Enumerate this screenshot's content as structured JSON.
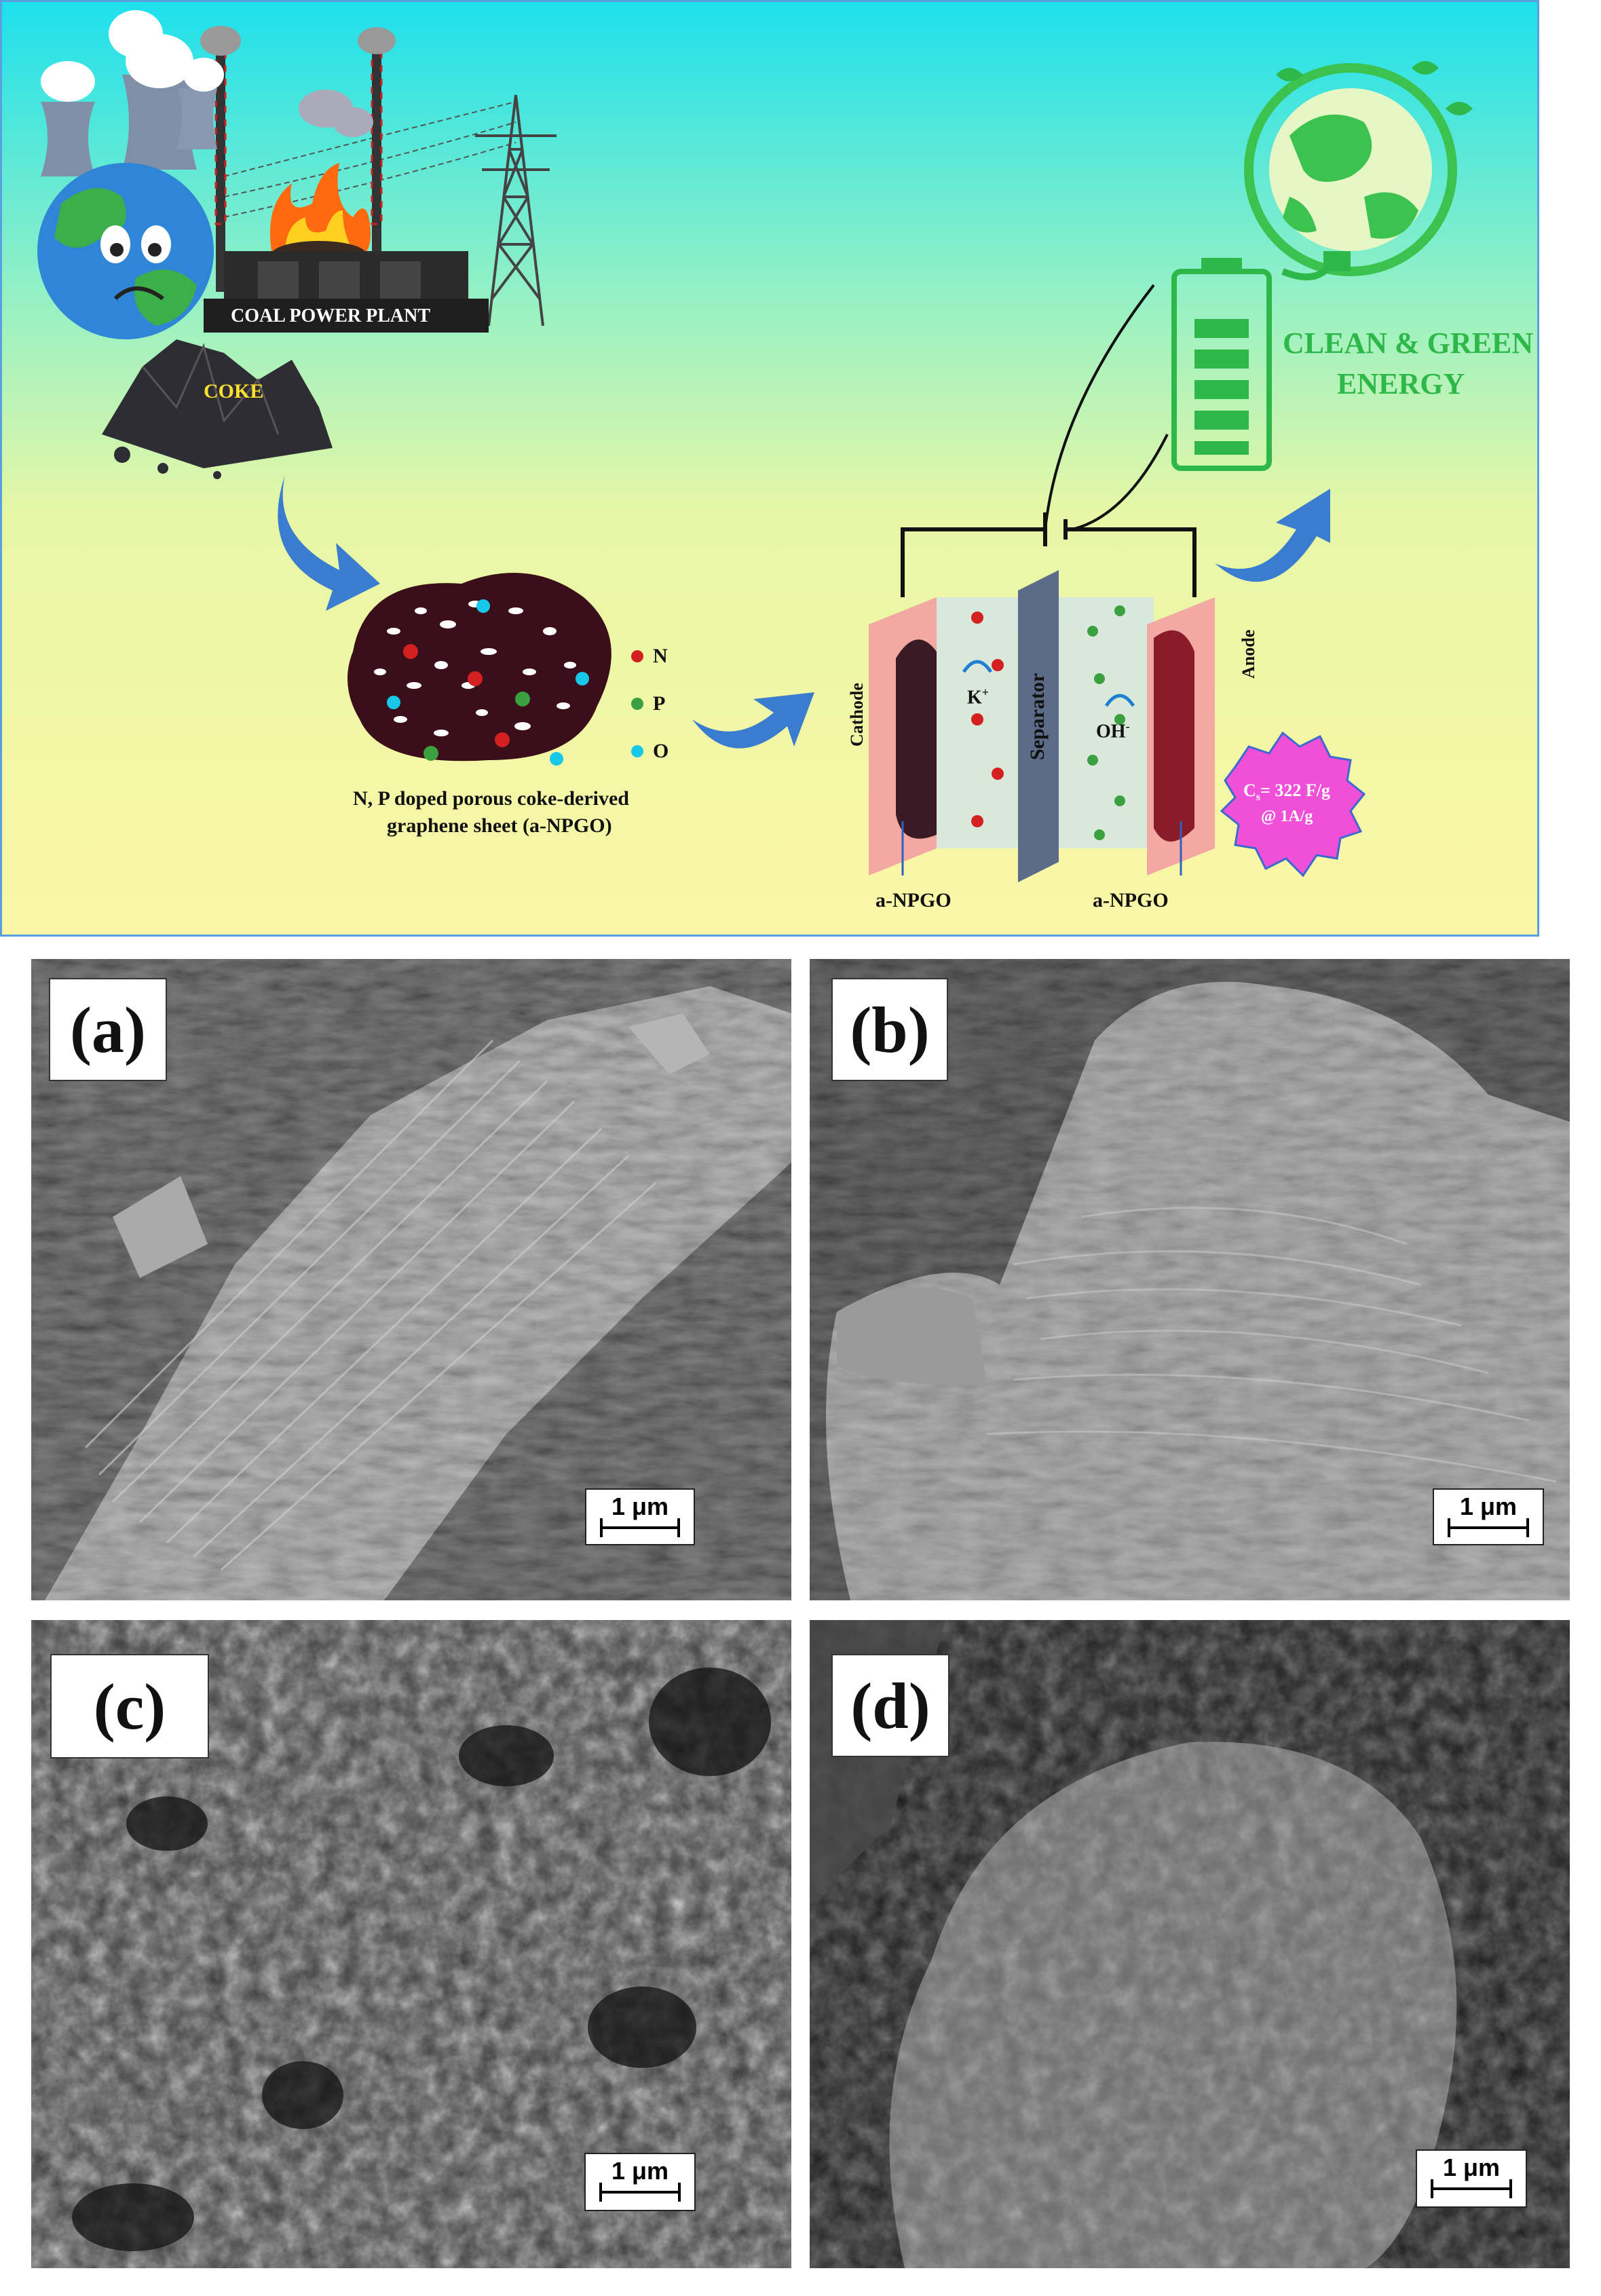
{
  "abstract": {
    "coal_plant_label": "COAL POWER PLANT",
    "coke_label": "COKE",
    "legend": [
      {
        "symbol": "N",
        "color": "#d42020"
      },
      {
        "symbol": "P",
        "color": "#3aa040"
      },
      {
        "symbol": "O",
        "color": "#18c8e8"
      }
    ],
    "graphene_caption_line1": "N, P doped porous coke-derived",
    "graphene_caption_line2": "graphene sheet (a-NPGO)",
    "cathode_label": "Cathode",
    "anode_label": "Anode",
    "separator_label": "Separator",
    "cation_label": "K",
    "cation_charge": "+",
    "anion_label": "OH",
    "anion_charge": "-",
    "electrode_left_label": "a-NPGO",
    "electrode_right_label": "a-NPGO",
    "capacitance_line1": "C",
    "capacitance_sub": "s",
    "capacitance_value": "= 322 F/g",
    "capacitance_line2": "@ 1A/g",
    "clean_energy_line1": "CLEAN & GREEN",
    "clean_energy_line2": "ENERGY",
    "colors": {
      "clean_energy": "#2fb84a",
      "starburst": "#f04fd8",
      "arrow": "#3a7cd0"
    }
  },
  "panels": [
    {
      "label": "(a)",
      "scale": "1 μm"
    },
    {
      "label": "(b)",
      "scale": "1 μm"
    },
    {
      "label": "(c)",
      "scale": "1 μm"
    },
    {
      "label": "(d)",
      "scale": "1 μm"
    }
  ]
}
